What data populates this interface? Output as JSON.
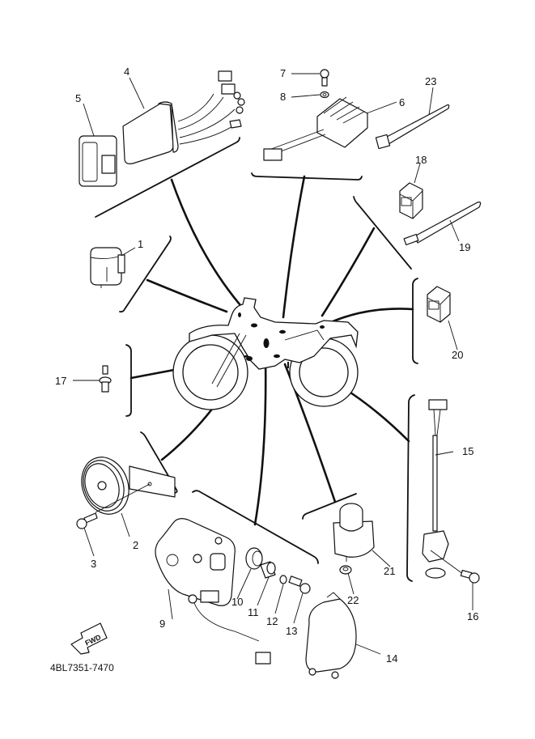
{
  "diagram": {
    "title": "Electrical 2 parts diagram",
    "catalog_code": "4BL7351-7470",
    "direction_arrow": "FWD",
    "line_color": "#111111",
    "background": "#ffffff"
  },
  "callouts": [
    {
      "number": "1",
      "part": "relay"
    },
    {
      "number": "2",
      "part": "horn"
    },
    {
      "number": "3",
      "part": "horn-bolt"
    },
    {
      "number": "4",
      "part": "cdi-unit"
    },
    {
      "number": "5",
      "part": "cdi-cover"
    },
    {
      "number": "6",
      "part": "rectifier-regulator"
    },
    {
      "number": "7",
      "part": "screw"
    },
    {
      "number": "8",
      "part": "washer"
    },
    {
      "number": "9",
      "part": "neutral-switch"
    },
    {
      "number": "10",
      "part": "grommet"
    },
    {
      "number": "11",
      "part": "collar"
    },
    {
      "number": "12",
      "part": "washer"
    },
    {
      "number": "13",
      "part": "screw"
    },
    {
      "number": "14",
      "part": "switch-cover"
    },
    {
      "number": "15",
      "part": "sensor-lead"
    },
    {
      "number": "16",
      "part": "screw"
    },
    {
      "number": "17",
      "part": "thermo-switch"
    },
    {
      "number": "18",
      "part": "coupler"
    },
    {
      "number": "19",
      "part": "band"
    },
    {
      "number": "20",
      "part": "coupler"
    },
    {
      "number": "21",
      "part": "starter-relay"
    },
    {
      "number": "22",
      "part": "nut"
    },
    {
      "number": "23",
      "part": "cable-tie"
    }
  ]
}
